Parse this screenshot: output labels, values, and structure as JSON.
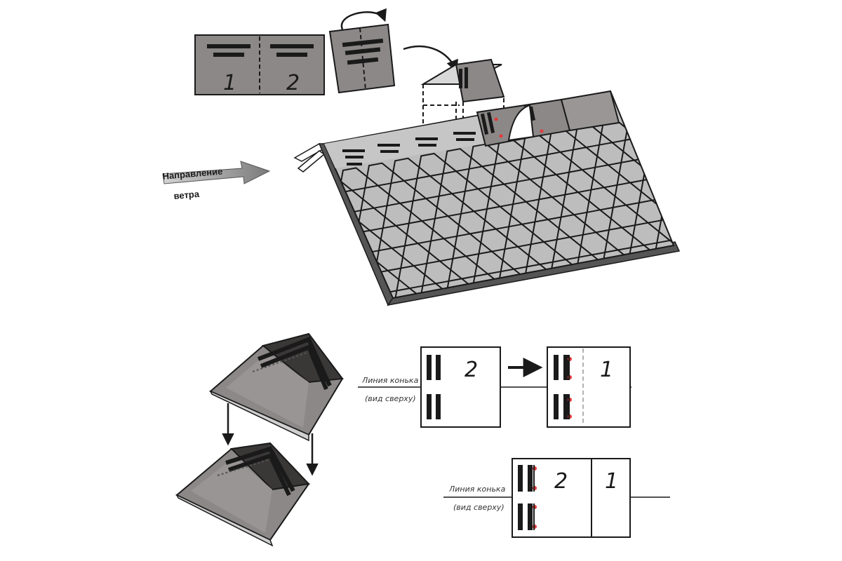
{
  "wind": {
    "line1": "Направление",
    "line2": "ветра"
  },
  "top_shingle": {
    "left_number": "1",
    "right_number": "2"
  },
  "plan_a": {
    "ridge_label": "Линия конька",
    "view_label": "(вид сверху)",
    "left_number": "2",
    "right_number": "1"
  },
  "plan_b": {
    "ridge_label": "Линия конька",
    "view_label": "(вид сверху)",
    "left_number": "2",
    "right_number": "1"
  },
  "colors": {
    "shingle_gray": "#8c8888",
    "roof_gray": "#bdbdbd",
    "dark": "#1a1a1a",
    "nail_red": "#e23a3a",
    "ridge_dark": "#3a3737"
  }
}
